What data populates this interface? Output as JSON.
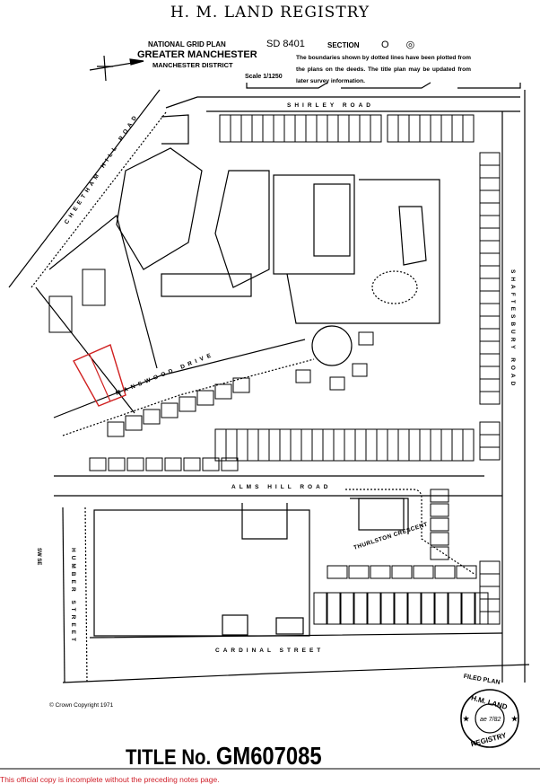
{
  "header": {
    "title": "H. M. LAND REGISTRY",
    "national_grid_plan": "NATIONAL GRID PLAN",
    "county": "GREATER MANCHESTER",
    "district": "MANCHESTER DISTRICT",
    "sheet": "SD 8401",
    "section_label": "SECTION",
    "section_symbols": "O ◎",
    "scale": "Scale 1/1250",
    "note": "The boundaries shown by dotted lines have been plotted from the plans on the deeds. The title plan may be updated from later survey information."
  },
  "map": {
    "roads": {
      "shirley": "SHIRLEY ROAD",
      "cheetham": "CHEETHAM HILL ROAD",
      "shaftesbury": "SHAFTESBURY ROAD",
      "manswood": "MANSWOOD DRIVE",
      "alms_hill": "ALMS HILL ROAD",
      "thurlston": "THURLSTON CRESCENT",
      "humber": "HUMBER STREET",
      "cardinal": "CARDINAL STREET"
    },
    "bench_mark": "SW SE",
    "title_boundary_color": "#d02020",
    "north_arrow": "north-arrow-icon"
  },
  "stamp": {
    "top": "FILED PLAN",
    "middle": "H.M. LAND",
    "bottom": "REGISTRY",
    "initials": "ae 7/82"
  },
  "footer": {
    "copyright": "© Crown Copyright 1971",
    "title_prefix": "TITLE No.",
    "title_number": "GM607085",
    "notice": "This official copy is incomplete without the preceding notes page."
  }
}
